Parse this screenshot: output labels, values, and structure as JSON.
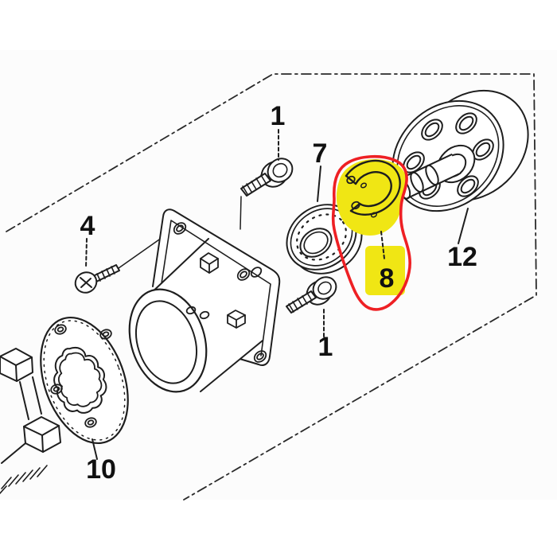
{
  "page": {
    "background_color": "#ffffff",
    "image_area_color": "#fcfcfc"
  },
  "diagram": {
    "kind": "exploded-parts-diagram",
    "style": {
      "line_color": "#1e1e1e",
      "frame_style": "dash-dot",
      "label_color": "#111111",
      "highlight_fill_color": "#f0e614",
      "highlight_outline_color": "#ee2024"
    },
    "callouts": [
      {
        "part": "top-bolt",
        "text": "1",
        "leader": "dashed"
      },
      {
        "part": "flange-screw",
        "text": "4",
        "leader": "dashed"
      },
      {
        "part": "ball-bearing",
        "text": "7",
        "leader": "solid"
      },
      {
        "part": "e-clip",
        "text": "8",
        "leader": "dashed",
        "highlighted": true
      },
      {
        "part": "lower-bolt",
        "text": "1",
        "leader": "dashed"
      },
      {
        "part": "spline-plate",
        "text": "10",
        "leader": "solid"
      },
      {
        "part": "clutch-drum",
        "text": "12",
        "leader": "solid"
      }
    ]
  }
}
